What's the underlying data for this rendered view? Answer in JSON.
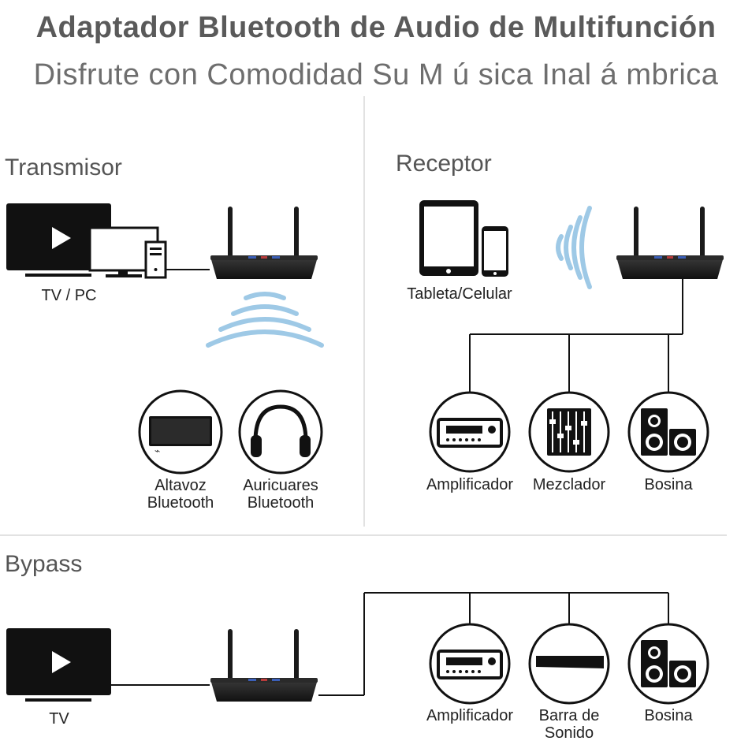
{
  "header": {
    "title": "Adaptador Bluetooth de Audio de Multifunción",
    "subtitle": "Disfrute con Comodidad Su M ú sica Inal á mbrica"
  },
  "transmitter": {
    "heading": "Transmisor",
    "source_label": "TV / PC",
    "outputs": [
      {
        "line1": "Altavoz",
        "line2": "Bluetooth",
        "icon": "speaker-icon"
      },
      {
        "line1": "Auricuares",
        "line2": "Bluetooth",
        "icon": "headphones-icon"
      }
    ]
  },
  "receiver": {
    "heading": "Receptor",
    "source_label": "Tableta/Celular",
    "outputs": [
      {
        "label": "Amplificador",
        "icon": "amplifier-icon"
      },
      {
        "label": "Mezclador",
        "icon": "mixer-icon"
      },
      {
        "label": "Bosina",
        "icon": "speakers-icon"
      }
    ]
  },
  "bypass": {
    "heading": "Bypass",
    "source_label": "TV",
    "outputs": [
      {
        "label": "Amplificador",
        "icon": "amplifier-icon"
      },
      {
        "line1": "Barra de",
        "line2": "Sonido",
        "icon": "soundbar-icon"
      },
      {
        "label": "Bosina",
        "icon": "speakers-icon"
      }
    ]
  }
}
